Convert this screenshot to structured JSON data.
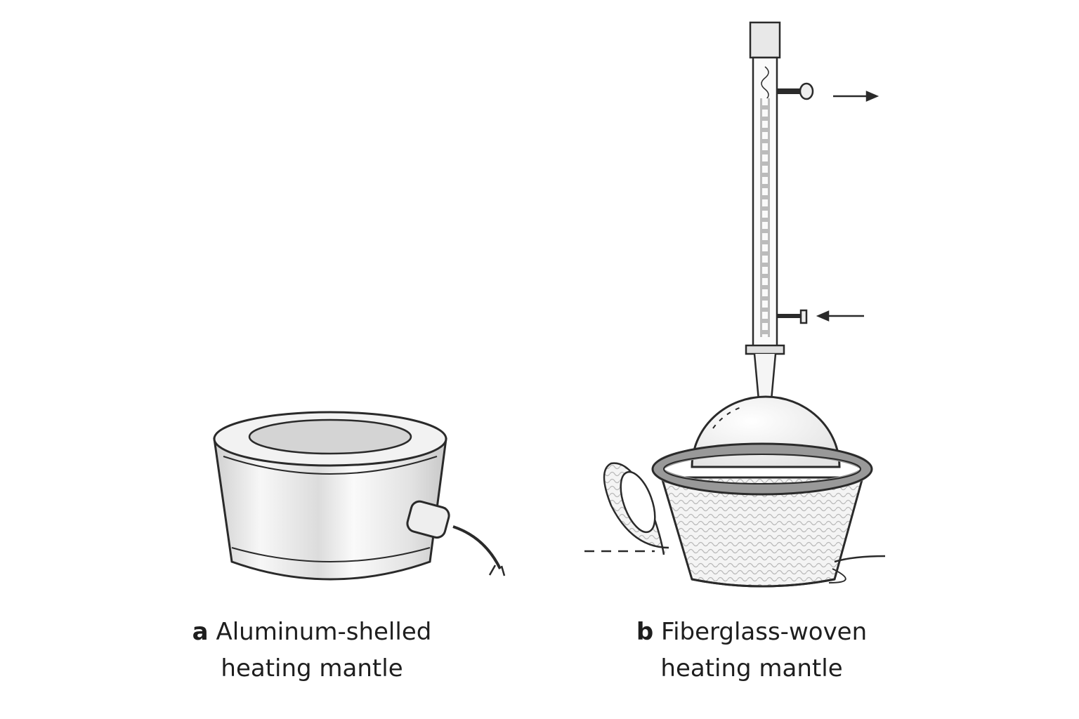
{
  "panels": [
    {
      "letter": "a",
      "title": "Aluminum-shelled",
      "subtitle": "heating mantle"
    },
    {
      "letter": "b",
      "title": "Fiberglass-woven",
      "subtitle": "heating mantle"
    }
  ],
  "colors": {
    "stroke": "#2a2a2a",
    "shade": "#d9d9d9",
    "background": "#ffffff"
  }
}
